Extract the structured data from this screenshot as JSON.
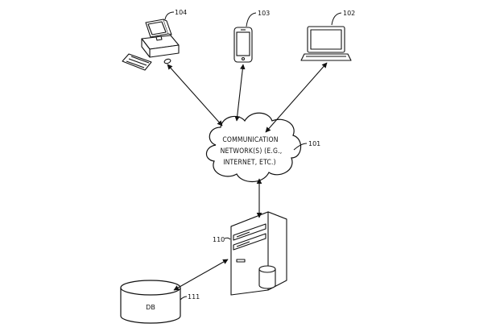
{
  "diagram": {
    "cloud": {
      "lines": [
        "COMMUNICATION",
        "NETWORK(S) (E.G.,",
        "INTERNET, ETC.)"
      ],
      "ref": "101"
    },
    "devices": {
      "desktop": {
        "ref": "104"
      },
      "phone": {
        "ref": "103"
      },
      "laptop": {
        "ref": "102"
      }
    },
    "server": {
      "ref": "110"
    },
    "database": {
      "label": "DB",
      "ref": "111"
    }
  }
}
